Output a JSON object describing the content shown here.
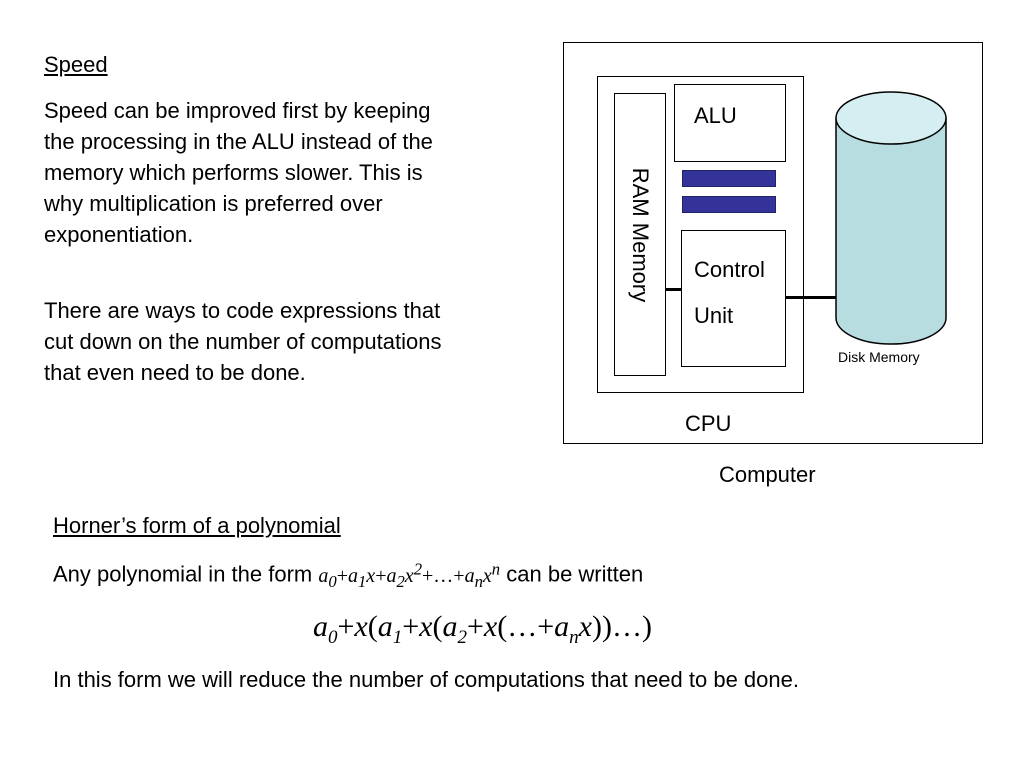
{
  "speed": {
    "heading": "Speed",
    "para1": "Speed can be improved first by keeping the processing in the ALU instead of the memory which performs slower. This is why multiplication is preferred over exponentiation.",
    "para2": "There are ways to code expressions that cut down on the number of computations that even need to be done."
  },
  "diagram": {
    "alu": "ALU",
    "ram": "RAM Memory",
    "control_line1": "Control",
    "control_line2": "Unit",
    "cpu": "CPU",
    "disk": "Disk Memory",
    "computer": "Computer",
    "colors": {
      "bus": "#333399",
      "disk_fill": "#b8dde1",
      "disk_top": "#d4eef1"
    }
  },
  "horner": {
    "heading": "Horner’s form of a polynomial",
    "intro_before": "Any polynomial in the form",
    "intro_after": "can be written",
    "closing": "In this form we will reduce the number of computations that need to be done."
  }
}
